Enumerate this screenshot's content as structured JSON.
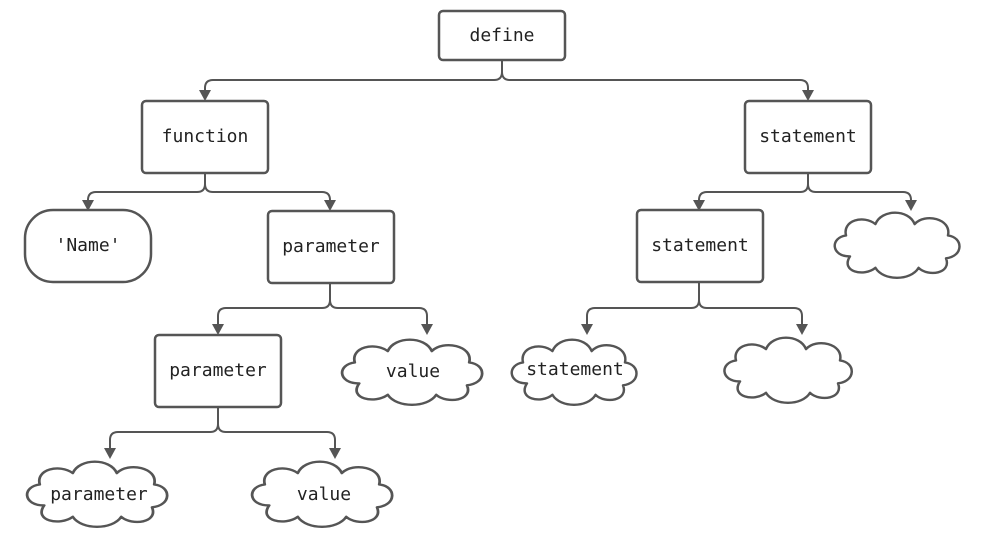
{
  "diagram": {
    "nodes": {
      "define": "define",
      "function": "function",
      "statement_top": "statement",
      "name": "'Name'",
      "parameter_1": "parameter",
      "statement_mid": "statement",
      "cloud_empty_right": "",
      "parameter_2": "parameter",
      "value_1": "value",
      "statement_cloud": "statement",
      "cloud_empty_mid": "",
      "parameter_3": "parameter",
      "value_2": "value"
    },
    "colors": {
      "stroke": "#555555",
      "fill": "#ffffff",
      "text": "#222222"
    }
  }
}
